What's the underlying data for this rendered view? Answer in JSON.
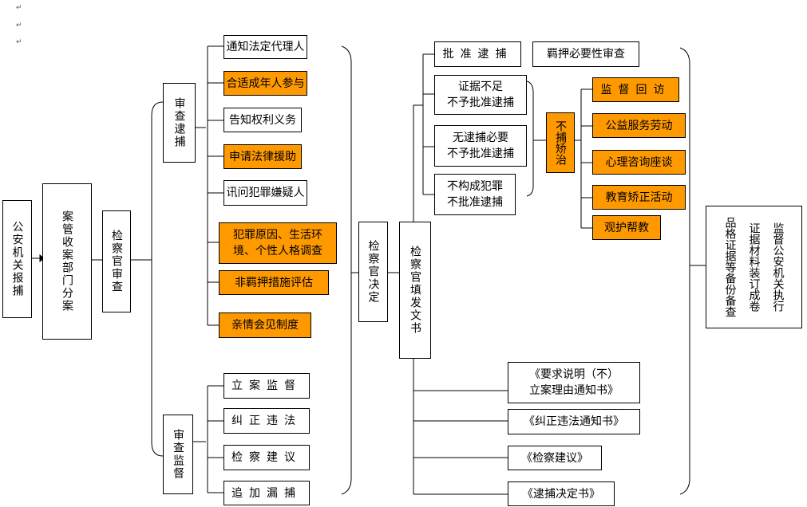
{
  "para_marks": [
    "↵",
    "↵",
    "↵"
  ],
  "left_chain": {
    "police": "公安机关报捕",
    "case_dept": "案管收案部门分案",
    "prosecutor_review": "检察官审查"
  },
  "review_arrest": {
    "title": "审查逮捕",
    "items": [
      {
        "label": "通知法定代理人",
        "color": "#ffffff"
      },
      {
        "label": "合适成年人参与",
        "color": "#ff9900"
      },
      {
        "label": "告知权利义务",
        "color": "#ffffff"
      },
      {
        "label": "申请法律援助",
        "color": "#ff9900"
      },
      {
        "label": "讯问犯罪嫌疑人",
        "color": "#ffffff"
      },
      {
        "label": "犯罪原因、生活环\n境、个性人格调查",
        "color": "#ff9900"
      },
      {
        "label": "非羁押措施评估",
        "color": "#ff9900"
      },
      {
        "label": "亲情会见制度",
        "color": "#ff9900"
      }
    ]
  },
  "review_supervision": {
    "title": "审查监督",
    "items": [
      "立案监督",
      "纠正违法",
      "检察建议",
      "追加漏捕"
    ]
  },
  "decision": "检察官决定",
  "documents": "检察官填发文书",
  "arrest_outcomes": {
    "approve": "批准逮捕",
    "necessity_review": "羁押必要性审查",
    "not_approved": [
      "证据不足\n不予批准逮捕",
      "无逮捕必要\n不予批准逮捕",
      "不构成犯罪\n不批准逮捕"
    ]
  },
  "correction": {
    "title": "不捕矫治",
    "items": [
      "监督回访",
      "公益服务劳动",
      "心理咨询座谈",
      "教育矫正活动",
      "观护帮教"
    ]
  },
  "final": {
    "lines": [
      "监督公安机关执行",
      "证据材料装订成卷",
      "品格证据等备份备查"
    ]
  },
  "document_list": [
    "《要求说明（不）\n立案理由通知书》",
    "《纠正违法通知书》",
    "《检察建议》",
    "《逮捕决定书》"
  ],
  "colors": {
    "highlight": "#ff9900",
    "line": "#000000"
  }
}
